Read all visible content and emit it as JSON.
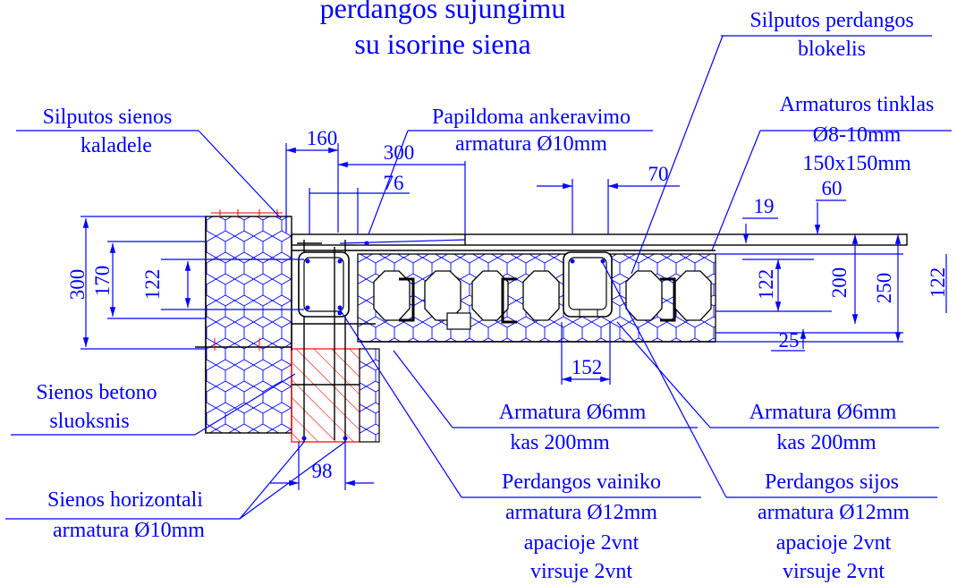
{
  "title": {
    "line1": "perdangos sujungimu",
    "line2": "su isorine siena"
  },
  "callouts": {
    "silputos_perdangos": [
      "Silputos perdangos",
      "blokelis"
    ],
    "silputos_sienos": [
      "Silputos sienos",
      "kaladele"
    ],
    "papildoma": [
      "Papildoma ankeravimo",
      "armatura Ø10mm"
    ],
    "armaturos_tinklas": [
      "Armaturos tinklas",
      "Ø8-10mm",
      "150x150mm"
    ],
    "sienos_betono": [
      "Sienos betono",
      "sluoksnis"
    ],
    "armatura_left": [
      "Armatura Ø6mm",
      "kas 200mm"
    ],
    "armatura_right": [
      "Armatura Ø6mm",
      "kas 200mm"
    ],
    "sienos_horizontali": [
      "Sienos horizontali",
      "armatura Ø10mm"
    ],
    "perdangos_vainiko": [
      "Perdangos vainiko",
      "armatura Ø12mm",
      "apacioje 2vnt",
      "virsuje 2vnt"
    ],
    "perdangos_sijos": [
      "Perdangos sijos",
      "armatura Ø12mm",
      "apacioje 2vnt",
      "virsuje 2vnt"
    ]
  },
  "dimensions": {
    "d160": "160",
    "d300_top": "300",
    "d76": "76",
    "d70": "70",
    "d19": "19",
    "d60": "60",
    "d300_left": "300",
    "d170": "170",
    "d122_left": "122",
    "d122_mid": "122",
    "d200": "200",
    "d250": "250",
    "d122_right": "122",
    "d25": "25",
    "d152": "152",
    "d98": "98"
  },
  "colors": {
    "annotation": "#0000ff",
    "structure": "#000000",
    "section_hatch": "#ff0000"
  }
}
